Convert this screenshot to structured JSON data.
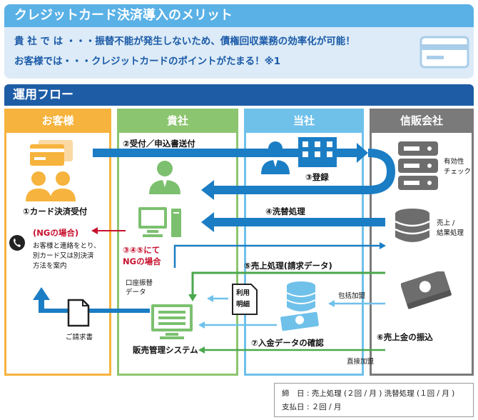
{
  "merit": {
    "title": "クレジットカード決済導入のメリット",
    "line1": "貴 社 で は ・・・振替不能が発生しないため、債権回収業務の効率化が可能！",
    "line2": "お客様では・・・クレジットカードのポイントがたまる！※1"
  },
  "flow": {
    "title": "運用フロー",
    "columns": {
      "customer": "お客様",
      "company": "貴社",
      "us": "当社",
      "card": "信販会社"
    }
  },
  "labels": {
    "step1": "①カード決済受付",
    "step2": "②受付／申込書送付",
    "step3": "③登録",
    "step4": "④洗替処理",
    "step5": "⑤売上処理(請求データ)",
    "step6": "⑥売上金の振込",
    "step7": "⑦入金データの確認",
    "validity_1": "有効性",
    "validity_2": "チェック",
    "sales_result_1": "売上 /",
    "sales_result_2": "結果処理",
    "ng_case": "(NGの場合)",
    "ng_note_1": "お客様と連絡をとり、",
    "ng_note_2": "別カード又は別決済",
    "ng_note_3": "方法を案内",
    "ng_steps_1": "③④⑤にて",
    "ng_steps_2": "NGの場合",
    "bank_transfer_1": "口座振替",
    "bank_transfer_2": "データ",
    "statement_1": "利用",
    "statement_2": "明細",
    "invoice": "ご請求書",
    "bundled_deposit": "包括加盟",
    "direct_deposit": "直接加盟",
    "sales_system": "販売管理システム"
  },
  "legend": {
    "line1": "締　日 : 売上処理 (２回 / 月 ) 洗替処理 (１回 / 月 )",
    "line2": "支払日 : ２回 / 月"
  },
  "colors": {
    "customer": "#f6b33d",
    "company": "#8cc56f",
    "us": "#6fc1ea",
    "card": "#7a7a7a",
    "arrow_blue": "#1b7dc4",
    "arrow_green": "#4aa84d",
    "arrow_red": "#c8102e"
  }
}
